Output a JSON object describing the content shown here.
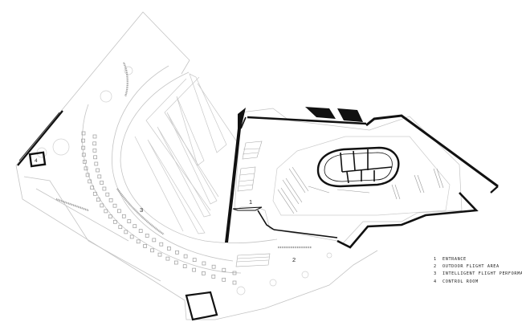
{
  "plan": {
    "area_labels": {
      "entrance": "1",
      "outdoor_flight_area": "2",
      "intelligent_flight_performance_area": "3",
      "control_room": "4"
    }
  },
  "legend": {
    "items": [
      {
        "num": "1",
        "label": "ENTRANCE"
      },
      {
        "num": "2",
        "label": "OUTDOOR FLIGHT AREA"
      },
      {
        "num": "3",
        "label": "INTELLIGENT FLIGHT PERFORMANCE AREA"
      },
      {
        "num": "4",
        "label": "CONTROL ROOM"
      }
    ]
  },
  "colors": {
    "wall": "#111111",
    "line": "#bdbdbd",
    "faint": "#d6d6d6",
    "background": "#ffffff"
  }
}
